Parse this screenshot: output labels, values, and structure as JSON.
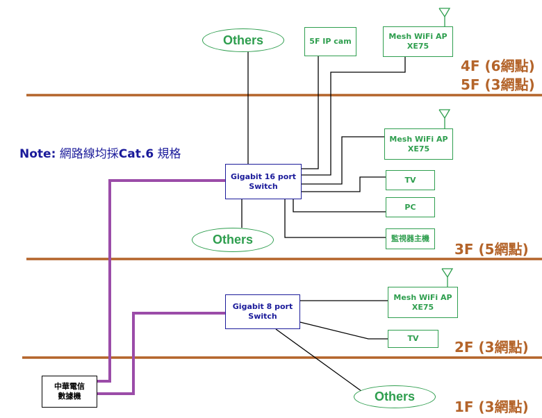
{
  "note": {
    "prefix": "Note:",
    "body": " 網路線均採",
    "spec": "Cat.6",
    "suffix": " 規格"
  },
  "floors": [
    "4F (6網點)",
    "5F (3網點)",
    "3F (5網點)",
    "2F (3網點)",
    "1F (3網點)"
  ],
  "switch16": "Gigabit 16 port\nSwitch",
  "switch8": "Gigabit 8 port\nSwitch",
  "modem": "中華電信\n數據機",
  "ipcam": "5F IP cam",
  "mesh": "Mesh WiFi AP\nXE75",
  "tv": "TV",
  "pc": "PC",
  "nvr": "監視器主機",
  "others": "Others",
  "colors": {
    "floor_line": "#b4642a",
    "uplink": "#9b4ca8",
    "device": "#2e9e4e",
    "switch": "#1a1a9a"
  }
}
